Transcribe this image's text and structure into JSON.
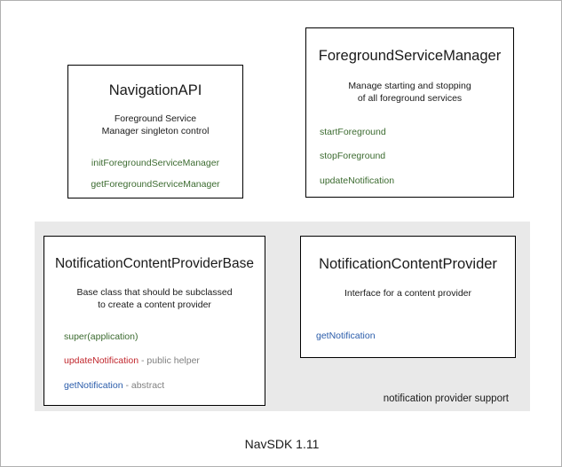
{
  "diagram": {
    "footer_caption": "NavSDK 1.11",
    "group_panel": {
      "label": "notification provider support",
      "background": "#e9e9e9"
    },
    "colors": {
      "method_green": "#3c6b30",
      "method_red": "#c1272d",
      "method_blue": "#2a5caa",
      "note_gray": "#808080",
      "box_border": "#000000",
      "page_border": "#b0b0b0",
      "text": "#1a1a1a"
    },
    "boxes": [
      {
        "id": "navigation-api",
        "title": "NavigationAPI",
        "description_lines": [
          "Foreground Service",
          "Manager singleton control"
        ],
        "members": [
          {
            "name": "initForegroundServiceManager",
            "color": "green",
            "note": ""
          },
          {
            "name": "getForegroundServiceManager",
            "color": "green",
            "note": ""
          }
        ]
      },
      {
        "id": "foreground-service-manager",
        "title": "ForegroundServiceManager",
        "description_lines": [
          "Manage starting and stopping",
          "of all foreground services"
        ],
        "members": [
          {
            "name": "startForeground",
            "color": "green",
            "note": ""
          },
          {
            "name": "stopForeground",
            "color": "green",
            "note": ""
          },
          {
            "name": "updateNotification",
            "color": "green",
            "note": ""
          }
        ]
      },
      {
        "id": "notification-content-provider-base",
        "title": "NotificationContentProviderBase",
        "description_lines": [
          "Base class that should be subclassed",
          "to create a content provider"
        ],
        "members": [
          {
            "name": "super(application)",
            "color": "green",
            "note": ""
          },
          {
            "name": "updateNotification",
            "color": "red",
            "note": " - public helper"
          },
          {
            "name": "getNotification",
            "color": "blue",
            "note": " - abstract"
          }
        ]
      },
      {
        "id": "notification-content-provider",
        "title": "NotificationContentProvider",
        "description_lines": [
          "Interface for a content provider"
        ],
        "members": [
          {
            "name": "getNotification",
            "color": "blue",
            "note": ""
          }
        ]
      }
    ]
  }
}
